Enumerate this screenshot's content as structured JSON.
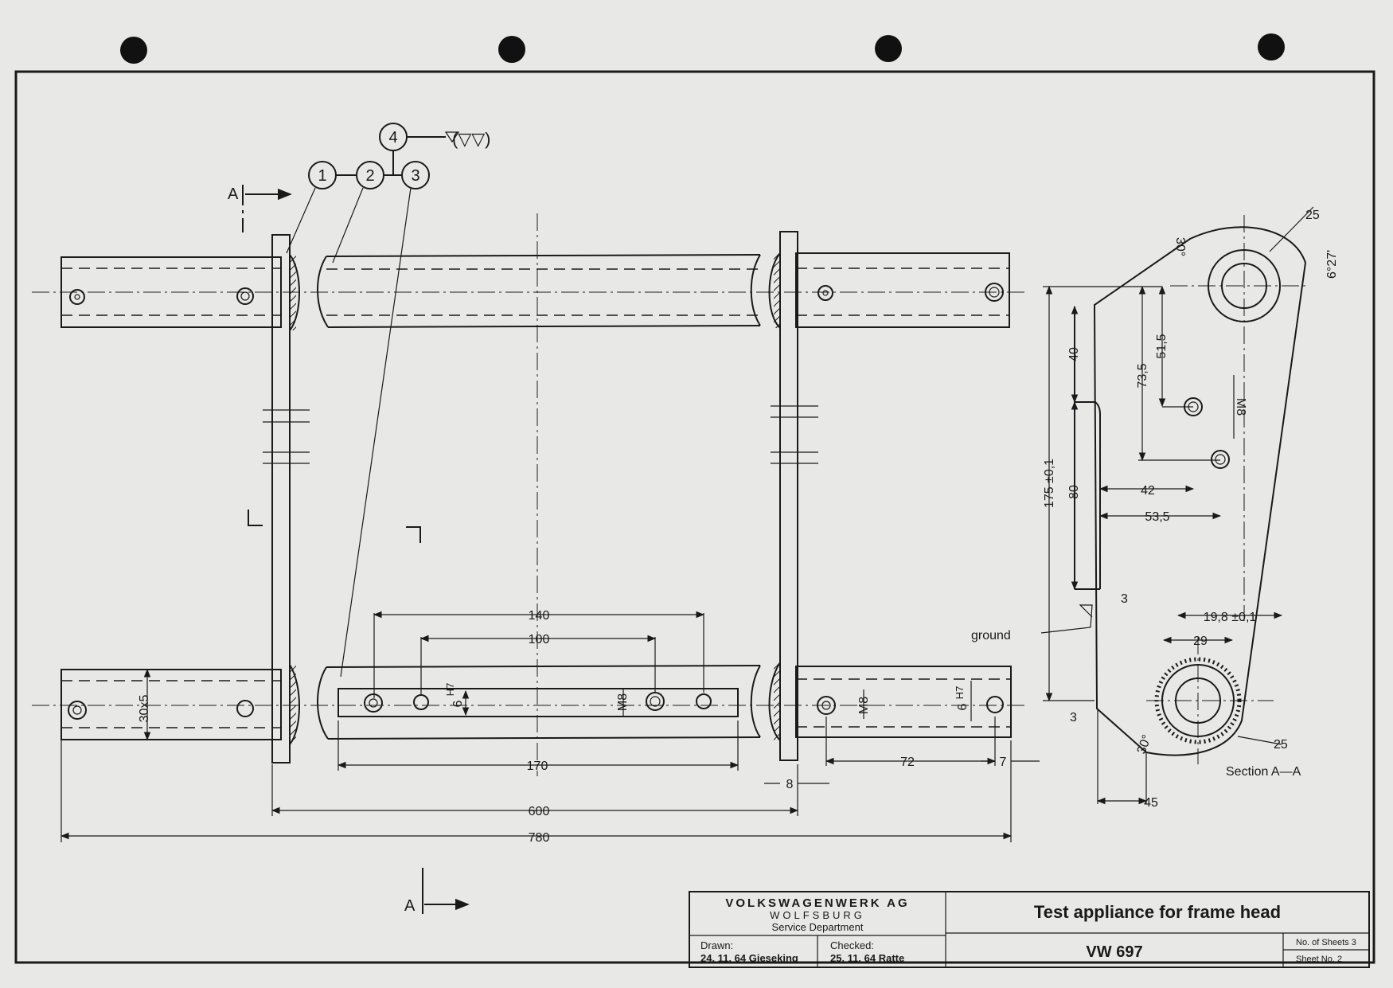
{
  "title_block": {
    "company": "VOLKSWAGENWERK AG",
    "city": "WOLFSBURG",
    "department": "Service Department",
    "drawn_label": "Drawn:",
    "drawn_value": "24. 11. 64 Gieseking",
    "checked_label": "Checked:",
    "checked_value": "25. 11. 64 Ratte",
    "title": "Test appliance for frame head",
    "drawing_no": "VW 697",
    "sheets_label": "No. of Sheets 3",
    "sheet_no_label": "Sheet No. 2"
  },
  "balloons": [
    "1",
    "2",
    "3",
    "4"
  ],
  "surface_symbol": "(▽▽)",
  "section_markers": [
    "A",
    "A"
  ],
  "main_view_dims": {
    "d140": "140",
    "d100": "100",
    "d170": "170",
    "d600": "600",
    "d780": "780",
    "d72": "72",
    "d8": "8",
    "d7": "7",
    "d30x5": "30x5",
    "dM8a": "M8",
    "dM8b": "M8",
    "d6h7a": "6",
    "d6h7b": "6",
    "h7": "H7"
  },
  "section_view": {
    "label": "Section A—A",
    "ground": "ground",
    "d25a": "25",
    "d25b": "25",
    "d30a": "30°",
    "d30b": "30°",
    "d6_27": "6°27'",
    "d51_5": "51,5",
    "d73_5": "73,5",
    "d40": "40",
    "d80": "80",
    "d175": "175 ±0,1",
    "dM8": "M8",
    "d42": "42",
    "d53_5": "53,5",
    "d3a": "3",
    "d3b": "3",
    "d19_8": "19,8 ±0,1",
    "d29": "29",
    "d45": "45"
  }
}
